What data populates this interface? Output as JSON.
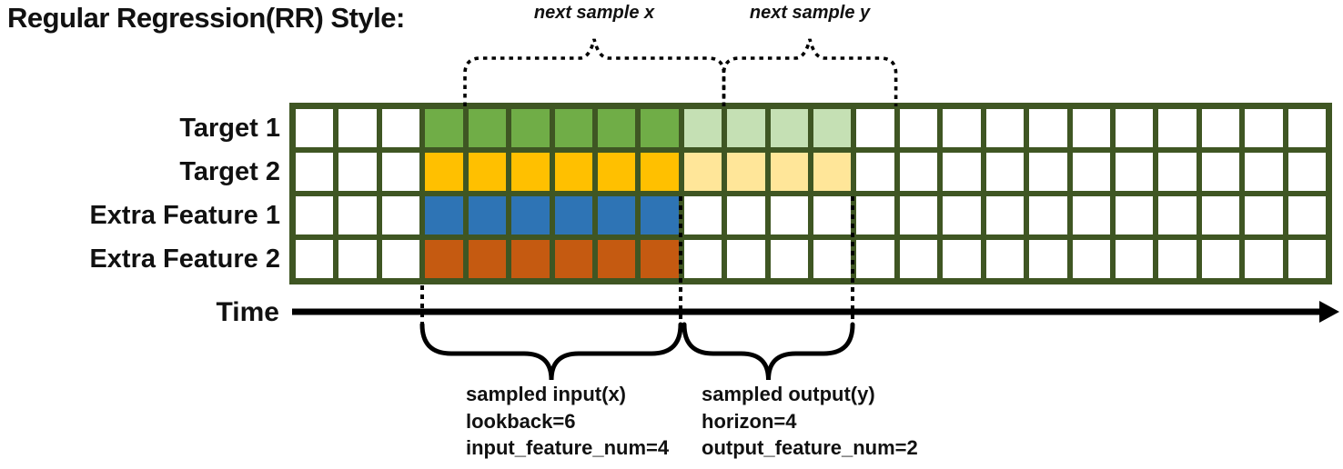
{
  "title": "Regular Regression(RR) Style:",
  "top_annotations": {
    "next_sample_x": "next sample x",
    "next_sample_y": "next sample y"
  },
  "grid": {
    "columns": 24,
    "border_color": "#3F5623",
    "rows": [
      {
        "label": "Target 1",
        "solid_color": "#70AD47",
        "light_color": "#C5E0B4",
        "solid_cols": [
          4,
          9
        ],
        "light_cols": [
          10,
          13
        ]
      },
      {
        "label": "Target 2",
        "solid_color": "#FFC000",
        "light_color": "#FFE699",
        "solid_cols": [
          4,
          9
        ],
        "light_cols": [
          10,
          13
        ]
      },
      {
        "label": "Extra Feature 1",
        "solid_color": "#2E74B5",
        "light_color": null,
        "solid_cols": [
          4,
          9
        ],
        "light_cols": null
      },
      {
        "label": "Extra Feature 2",
        "solid_color": "#C55A11",
        "light_color": null,
        "solid_cols": [
          4,
          9
        ],
        "light_cols": null
      }
    ]
  },
  "time_axis": {
    "label": "Time"
  },
  "bottom_annotations": {
    "input": {
      "lines": [
        "sampled input(x)",
        "lookback=6",
        "input_feature_num=4"
      ]
    },
    "output": {
      "lines": [
        "sampled output(y)",
        "horizon=4",
        "output_feature_num=2"
      ]
    }
  }
}
